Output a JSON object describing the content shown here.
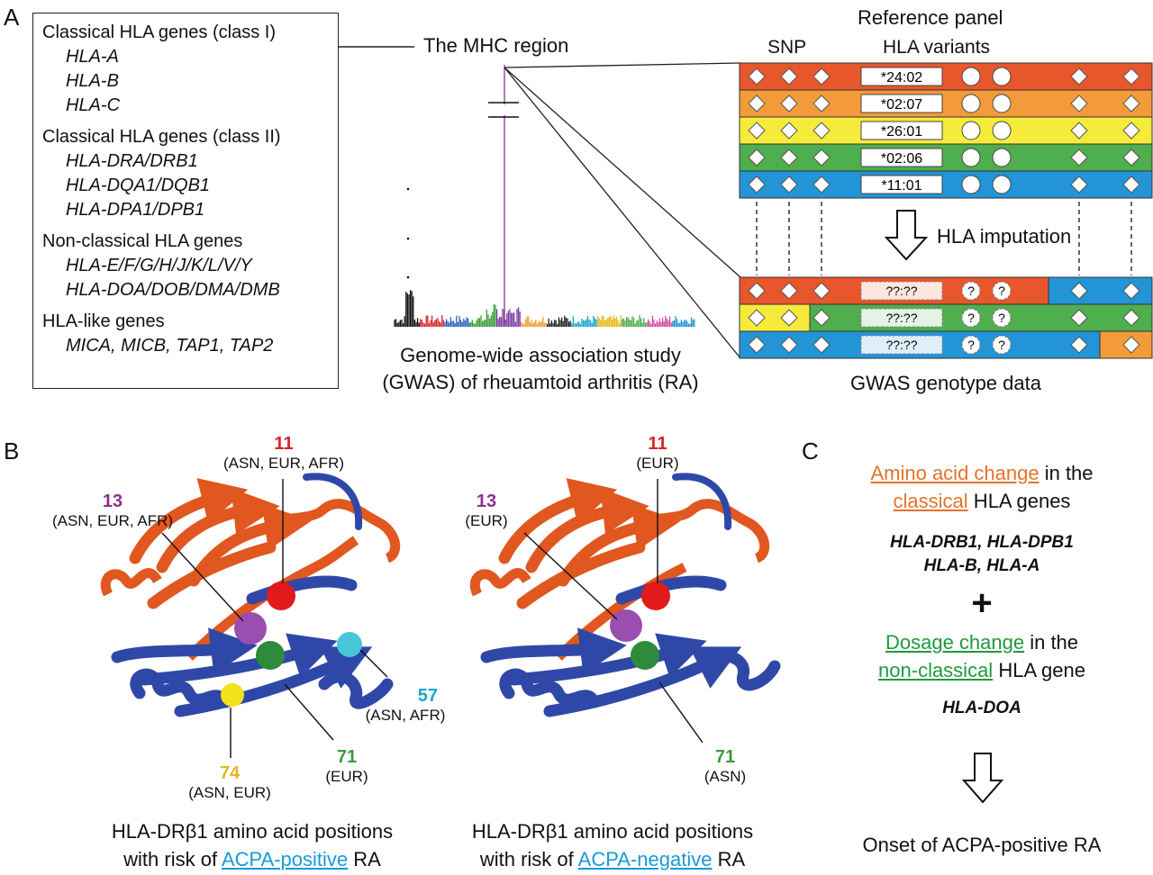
{
  "panel_a": {
    "letter": "A",
    "gene_groups": [
      {
        "header": "Classical HLA genes (class I)",
        "items": [
          "HLA-A",
          "HLA-B",
          "HLA-C"
        ]
      },
      {
        "header": "Classical HLA genes (class II)",
        "items": [
          "HLA-DRA/DRB1",
          "HLA-DQA1/DQB1",
          "HLA-DPA1/DPB1"
        ]
      },
      {
        "header": "Non-classical HLA genes",
        "items": [
          "HLA-E/F/G/H/J/K/L/V/Y",
          "HLA-DOA/DOB/DMA/DMB"
        ]
      },
      {
        "header": "HLA-like genes",
        "items": [
          "MICA, MICB, TAP1, TAP2"
        ]
      }
    ],
    "mhc_label": "The MHC region",
    "gwas_caption_1": "Genome-wide association study",
    "gwas_caption_2": "(GWAS) of rheuamtoid arthritis (RA)",
    "reference_panel": "Reference panel",
    "snp_label": "SNP",
    "hla_variants_label": "HLA variants",
    "alleles": [
      "*24:02",
      "*02:07",
      "*26:01",
      "*02:06",
      "*11:01"
    ],
    "row_colors": [
      "#e8562c",
      "#f39a3a",
      "#f6eb3a",
      "#4fae4e",
      "#2394d6"
    ],
    "imputation_label": "HLA imputation",
    "unknown_allele": "??:??",
    "unknown_mark": "?",
    "gwas_genotype": "GWAS genotype data"
  },
  "panel_b": {
    "letter": "B",
    "left": {
      "labels": [
        {
          "num": "11",
          "pop": "(ASN, EUR, AFR)",
          "color": "#d9232a"
        },
        {
          "num": "13",
          "pop": "(ASN, EUR, AFR)",
          "color": "#8e2f8f"
        },
        {
          "num": "57",
          "pop": "(ASN, AFR)",
          "color": "#1ba6d2"
        },
        {
          "num": "71",
          "pop": "(EUR)",
          "color": "#3a9a3a"
        },
        {
          "num": "74",
          "pop": "(ASN, EUR)",
          "color": "#e5b81c"
        }
      ],
      "title_1": "HLA-DRβ1 amino acid positions",
      "title_2_pre": "with risk of ",
      "title_2_link": "ACPA-positive",
      "title_2_post": " RA"
    },
    "right": {
      "labels": [
        {
          "num": "11",
          "pop": "(EUR)",
          "color": "#d9232a"
        },
        {
          "num": "13",
          "pop": "(EUR)",
          "color": "#8e2f8f"
        },
        {
          "num": "71",
          "pop": "(ASN)",
          "color": "#3a9a3a"
        }
      ],
      "title_1": "HLA-DRβ1 amino acid positions",
      "title_2_pre": "with risk of ",
      "title_2_link": "ACPA-negative",
      "title_2_post": " RA"
    }
  },
  "panel_c": {
    "letter": "C",
    "line1_colored": "Amino acid change",
    "line1_rest": " in the",
    "line2_colored": "classical",
    "line2_rest": " HLA genes",
    "genes_1": "HLA-DRB1, HLA-DPB1",
    "genes_2": "HLA-B, HLA-A",
    "plus": "+",
    "line3_colored": "Dosage change",
    "line3_rest": " in the",
    "line4_colored": "non-classical",
    "line4_rest": " HLA gene",
    "gene_doa": "HLA-DOA",
    "outcome": "Onset of ACPA-positive RA"
  }
}
